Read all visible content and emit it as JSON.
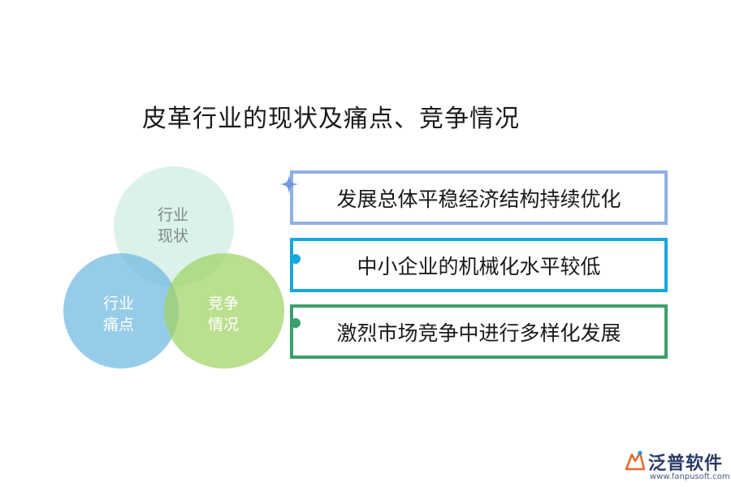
{
  "title": "皮革行业的现状及痛点、竞争情况",
  "venn": {
    "top": {
      "line1": "行业",
      "line2": "现状"
    },
    "left": {
      "line1": "行业",
      "line2": "痛点"
    },
    "right": {
      "line1": "竞争",
      "line2": "情况"
    }
  },
  "items": [
    {
      "text": "发展总体平稳经济结构持续优化",
      "color": "#8fb0e4",
      "marker": "sparkle-icon"
    },
    {
      "text": "中小企业的机械化水平较低",
      "color": "#13a8e0",
      "marker": "dot-icon"
    },
    {
      "text": "激烈市场竞争中进行多样化发展",
      "color": "#38a06a",
      "marker": "dot-icon"
    }
  ],
  "logo": {
    "name": "泛普软件",
    "url": "www.fanpusoft.com",
    "color": "#2b3a67"
  }
}
